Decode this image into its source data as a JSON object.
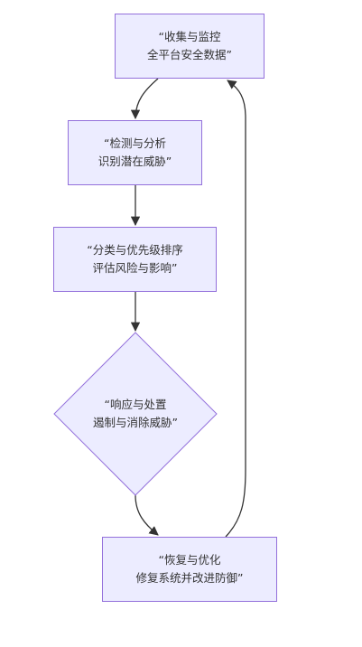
{
  "flowchart": {
    "nodes": [
      {
        "id": "collect",
        "shape": "rect",
        "text": "“收集与监控\n全平台安全数据”"
      },
      {
        "id": "detect",
        "shape": "rect",
        "text": "“检测与分析\n识别潜在威胁”"
      },
      {
        "id": "classify",
        "shape": "rect",
        "text": "“分类与优先级排序\n评估风险与影响”"
      },
      {
        "id": "respond",
        "shape": "diamond",
        "text": "“响应与处置\n遏制与消除威胁”"
      },
      {
        "id": "recover",
        "shape": "rect",
        "text": "“恢复与优化\n修复系统并改进防御”"
      }
    ],
    "edges": [
      {
        "from": "collect",
        "to": "detect"
      },
      {
        "from": "detect",
        "to": "classify"
      },
      {
        "from": "classify",
        "to": "respond"
      },
      {
        "from": "respond",
        "to": "recover"
      },
      {
        "from": "recover",
        "to": "collect"
      }
    ],
    "colors": {
      "node_fill": "#ECECFF",
      "node_border": "#9370DB",
      "edge": "#333333",
      "text": "#333333",
      "background": "#FFFFFF"
    }
  }
}
